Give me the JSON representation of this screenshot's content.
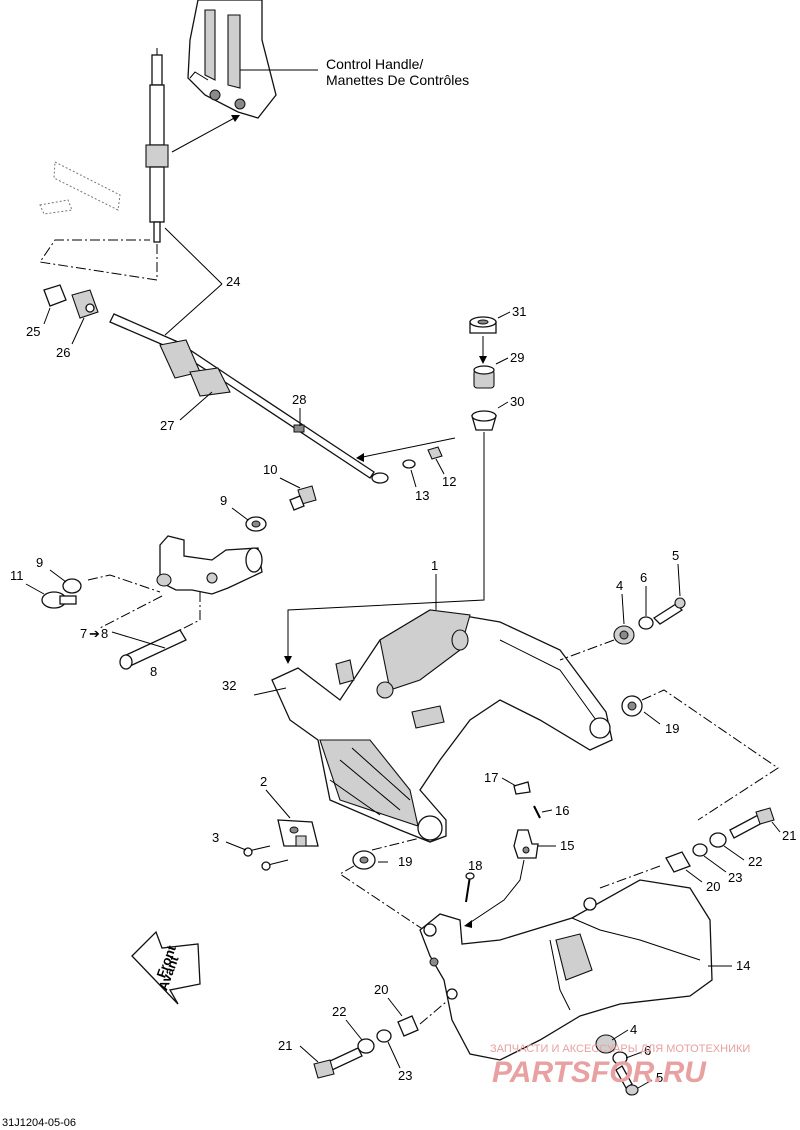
{
  "diagram": {
    "title_line1": "Control Handle/",
    "title_line2": "Manettes De Contrôles",
    "front_line1": "Front",
    "front_line2": "Avant",
    "figure_code": "31J1204-05-06",
    "callouts": {
      "c1": "1",
      "c2": "2",
      "c3": "3",
      "c4a": "4",
      "c4b": "4",
      "c5a": "5",
      "c5b": "5",
      "c6a": "6",
      "c6b": "6",
      "c7": "7",
      "c8a": "8",
      "c8b": "8",
      "c9a": "9",
      "c9b": "9",
      "c10": "10",
      "c11": "11",
      "c12": "12",
      "c13": "13",
      "c14": "14",
      "c15": "15",
      "c16": "16",
      "c17": "17",
      "c18": "18",
      "c19a": "19",
      "c19b": "19",
      "c20a": "20",
      "c20b": "20",
      "c21a": "21",
      "c21b": "21",
      "c22a": "22",
      "c22b": "22",
      "c23a": "23",
      "c23b": "23",
      "c24": "24",
      "c25": "25",
      "c26": "26",
      "c27": "27",
      "c28": "28",
      "c29": "29",
      "c30": "30",
      "c31": "31",
      "c32": "32"
    },
    "arrow_glyph": "➔"
  },
  "watermark": {
    "tagline": "ЗАПЧАСТИ И АКСЕССУАРЫ ДЛЯ МОТОТЕХНИКИ",
    "brand": "PARTSFOR.RU",
    "color": "#e8a0a0"
  }
}
